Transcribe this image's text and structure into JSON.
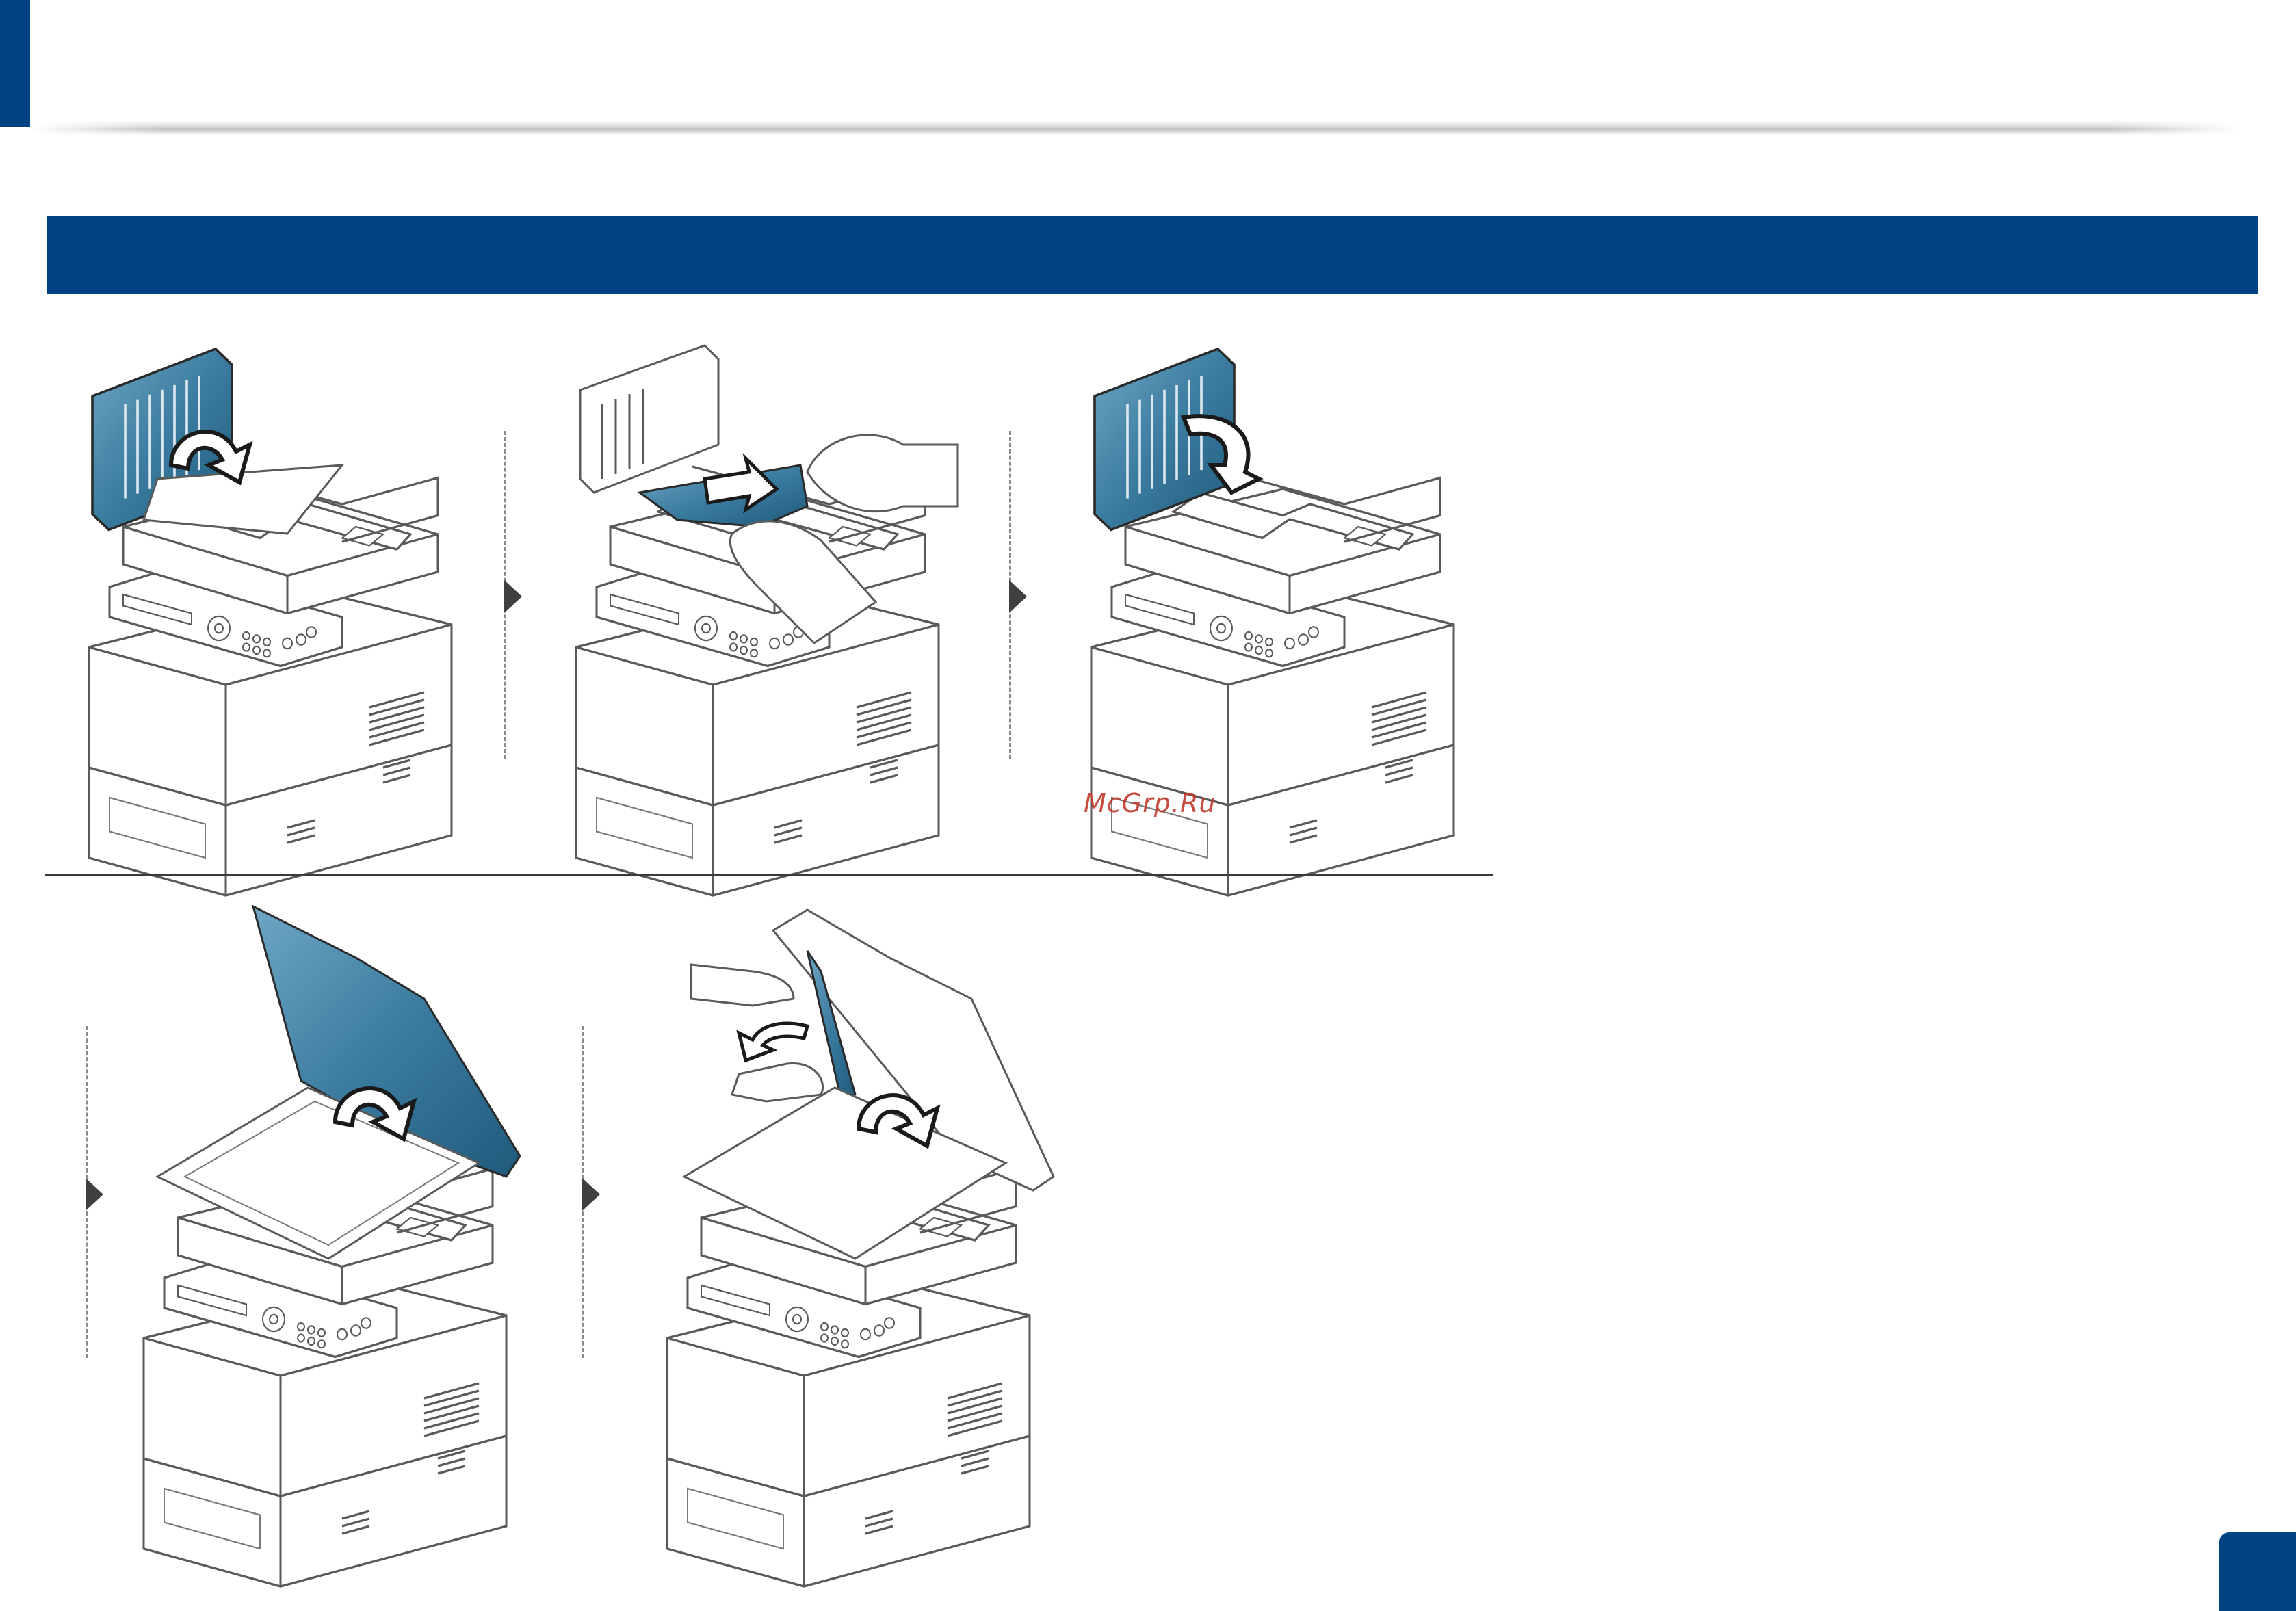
{
  "watermark": {
    "text": "McGrp.Ru"
  },
  "colors": {
    "brand_blue": "#004282",
    "illustration_blue": "#3b7ca0",
    "line": "#5a5a5a"
  },
  "steps": [
    {
      "icon": "printer-open-adf-cover-illustration"
    },
    {
      "icon": "printer-remove-jammed-paper-illustration"
    },
    {
      "icon": "printer-close-adf-cover-illustration"
    },
    {
      "icon": "printer-open-scanner-lid-illustration"
    },
    {
      "icon": "printer-remove-paper-from-lid-illustration"
    }
  ]
}
